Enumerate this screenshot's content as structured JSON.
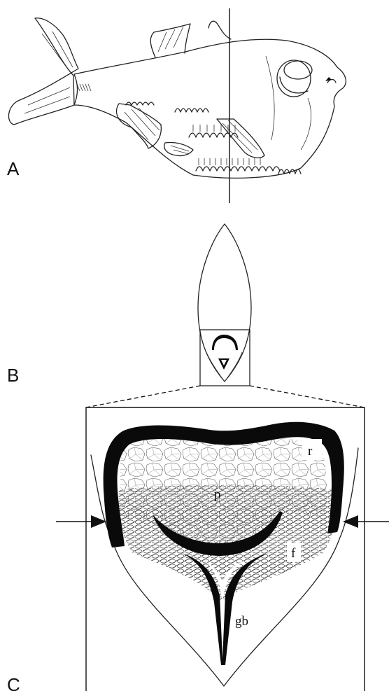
{
  "panels": {
    "a": {
      "letter": "A"
    },
    "b": {
      "letter": "B"
    },
    "c": {
      "letter": "C"
    }
  },
  "labels": {
    "r": "r",
    "p": "p",
    "f": "f",
    "gb": "gb"
  },
  "colors": {
    "ink": "#222222",
    "pigment": "#0a0a0a",
    "background": "#ffffff"
  }
}
